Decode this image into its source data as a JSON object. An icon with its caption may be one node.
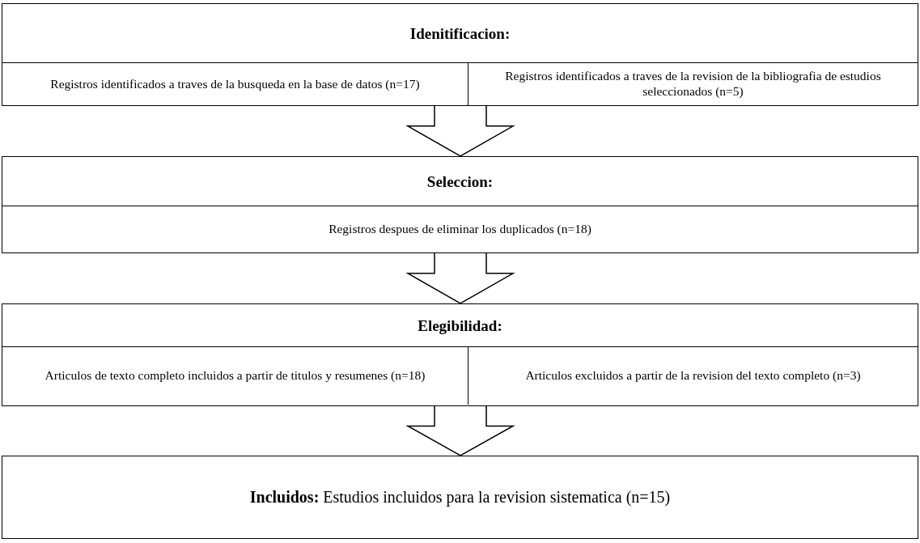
{
  "diagram": {
    "nodes": [
      {
        "text": [
          "Idenitificacion:"
        ]
      },
      {
        "text": [
          "Registros identificados a traves de la busqueda en la base de datos (n=17)"
        ],
        "in": 0
      },
      {
        "text": [
          "Registros identificados a traves de la revision de la bibliografia de estudios seleccionados (n=5)"
        ],
        "in": 0
      },
      {
        "text": [
          "Seleccion:"
        ]
      },
      {
        "text": [
          "Registros despues de eliminar los duplicados (n=18)"
        ],
        "in": 3
      },
      {
        "text": [
          "Elegibilidad:"
        ]
      },
      {
        "text": [
          "Articulos de texto completo incluidos a partir de titulos y resumenes (n=18)"
        ],
        "in": 5
      },
      {
        "text": [
          "Articulos excluidos a partir de la revision del texto completo (n=3)"
        ],
        "in": 5
      },
      {
        "text": [
          "**Incluidos:** Estudios incluidos para la revision sistematica (n=15)"
        ]
      }
    ],
    "edges": [
      {
        "from": 0,
        "to": 3,
        "arrow": "to"
      },
      {
        "from": 3,
        "to": 5,
        "arrow": "to"
      },
      {
        "from": 5,
        "to": 8,
        "arrow": "to"
      }
    ]
  }
}
